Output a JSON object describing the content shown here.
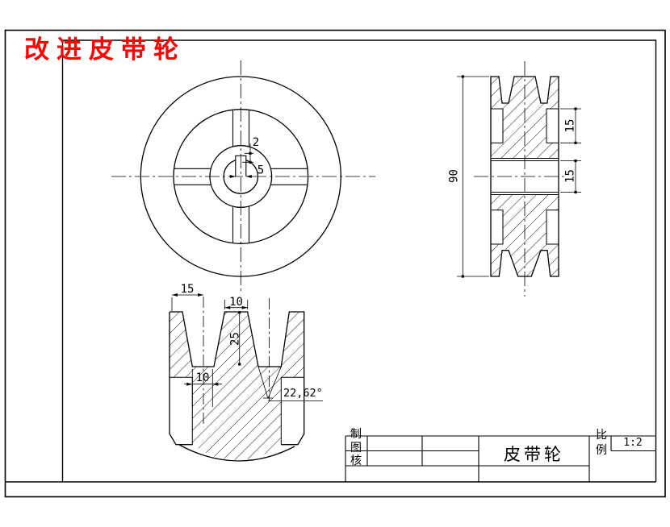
{
  "drawing_title": {
    "text": "改进皮带轮"
  },
  "front_view": {
    "dim_keyway_height": "2",
    "dim_keyway_width": "5"
  },
  "side_view": {
    "dim_overall_diameter": "90",
    "dim_rim_notch": "15",
    "dim_bore": "15"
  },
  "groove_detail_view": {
    "dim_wall_width": "15",
    "dim_tooth_top_width": "10",
    "dim_groove_depth": "25",
    "dim_groove_floor_width": "10",
    "dim_groove_angle": "22,62°"
  },
  "title_block": {
    "label_col": [
      "制",
      "图",
      "核"
    ],
    "part_name": "皮带轮",
    "scale_label": [
      "比",
      "例"
    ],
    "scale_value": "1:2"
  },
  "colors": {
    "annotation_red": "#ff0000",
    "line": "#000000"
  }
}
